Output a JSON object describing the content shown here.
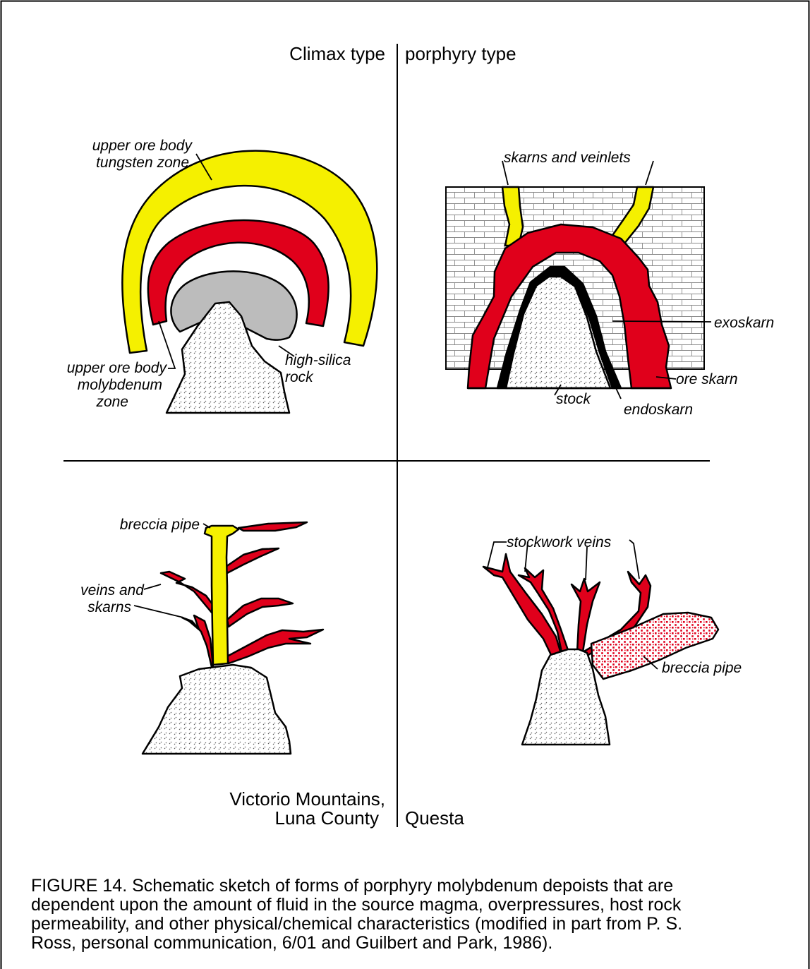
{
  "header": {
    "left": "Climax type",
    "right": "porphyry type"
  },
  "labels": {
    "upper_tungsten_1": "upper ore body",
    "upper_tungsten_2": "tungsten zone",
    "upper_moly_1": "upper ore body",
    "upper_moly_2": "molybdenum",
    "upper_moly_3": "zone",
    "high_silica_1": "high-silica",
    "high_silica_2": "rock",
    "skarns_veinlets": "skarns and veinlets",
    "exoskarn": "exoskarn",
    "ore_skarn": "ore skarn",
    "stock": "stock",
    "endoskarn": "endoskarn",
    "breccia_pipe_left": "breccia pipe",
    "veins_skarns_1": "veins and",
    "veins_skarns_2": "skarns",
    "stockwork_veins": "stockwork veins",
    "breccia_pipe_right": "breccia pipe"
  },
  "locations": {
    "left_1": "Victorio Mountains,",
    "left_2": "Luna County",
    "right": "Questa"
  },
  "caption": {
    "line1": "FIGURE 14. Schematic sketch of forms of porphyry molybdenum depoists that are",
    "line2": "dependent upon the amount of fluid in the source magma, overpressures, host rock",
    "line3": "permeability, and other physical/chemical characteristics (modified in part from P. S.",
    "line4": "Ross, personal communication, 6/01 and Guilbert and Park, 1986)."
  },
  "colors": {
    "yellow": "#f5f000",
    "red": "#e0001b",
    "gray": "#bcbcbc",
    "black": "#000000"
  }
}
